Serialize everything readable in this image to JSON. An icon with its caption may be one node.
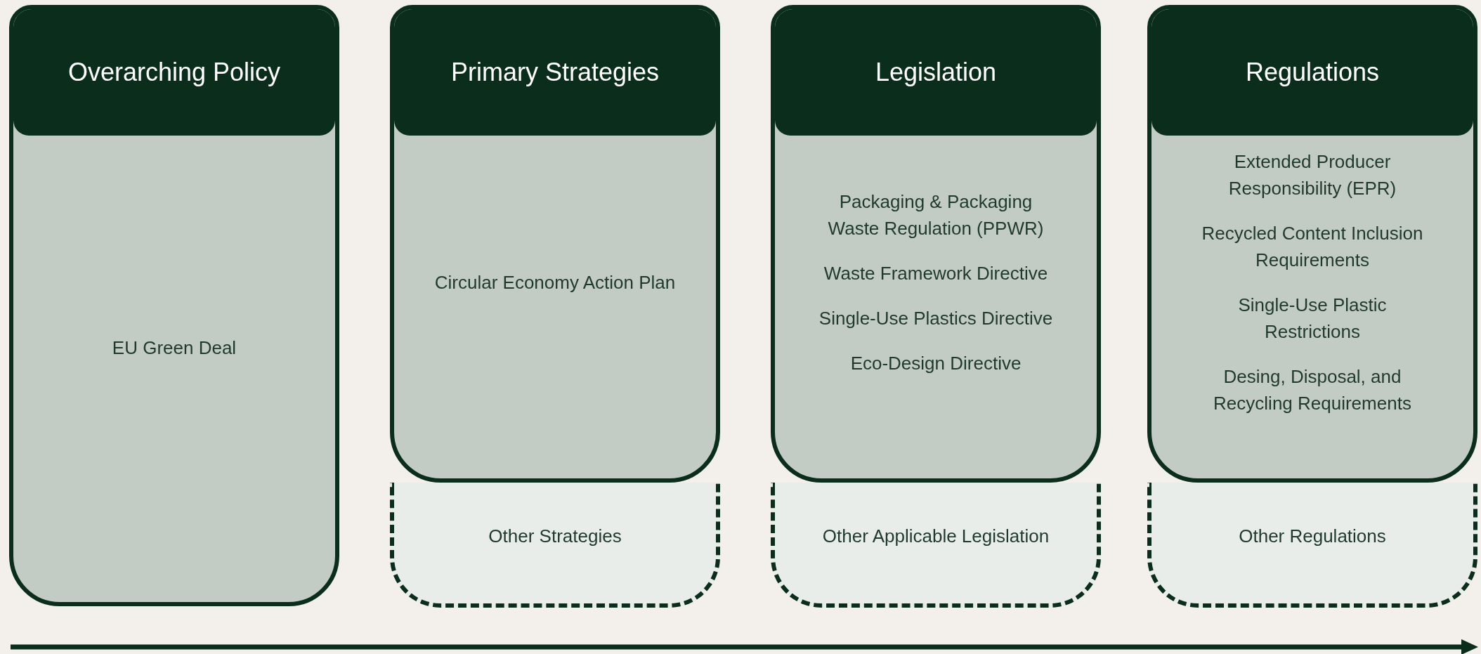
{
  "diagram": {
    "nodes": [
      {
        "text": [
          "Overarching Policy",
          "EU Green Deal"
        ]
      },
      {
        "text": [
          "Primary Strategies",
          "Circular Economy Action Plan"
        ]
      },
      {
        "text": [
          "Other Strategies"
        ]
      },
      {
        "text": [
          "Legislation",
          "Packaging & Packaging Waste Regulation (PPWR)",
          "Waste Framework Directive",
          "Single-Use Plastics Directive",
          "Eco-Design Directive"
        ]
      },
      {
        "text": [
          "Other Applicable Legislation"
        ]
      },
      {
        "text": [
          "Regulations",
          "Extended Producer Responsibility (EPR)",
          "Recycled Content Inclusion Requirements",
          "Single-Use Plastic Restrictions",
          "Desing, Disposal, and Recycling Requirements"
        ]
      },
      {
        "text": [
          "Other Regulations"
        ]
      }
    ]
  }
}
